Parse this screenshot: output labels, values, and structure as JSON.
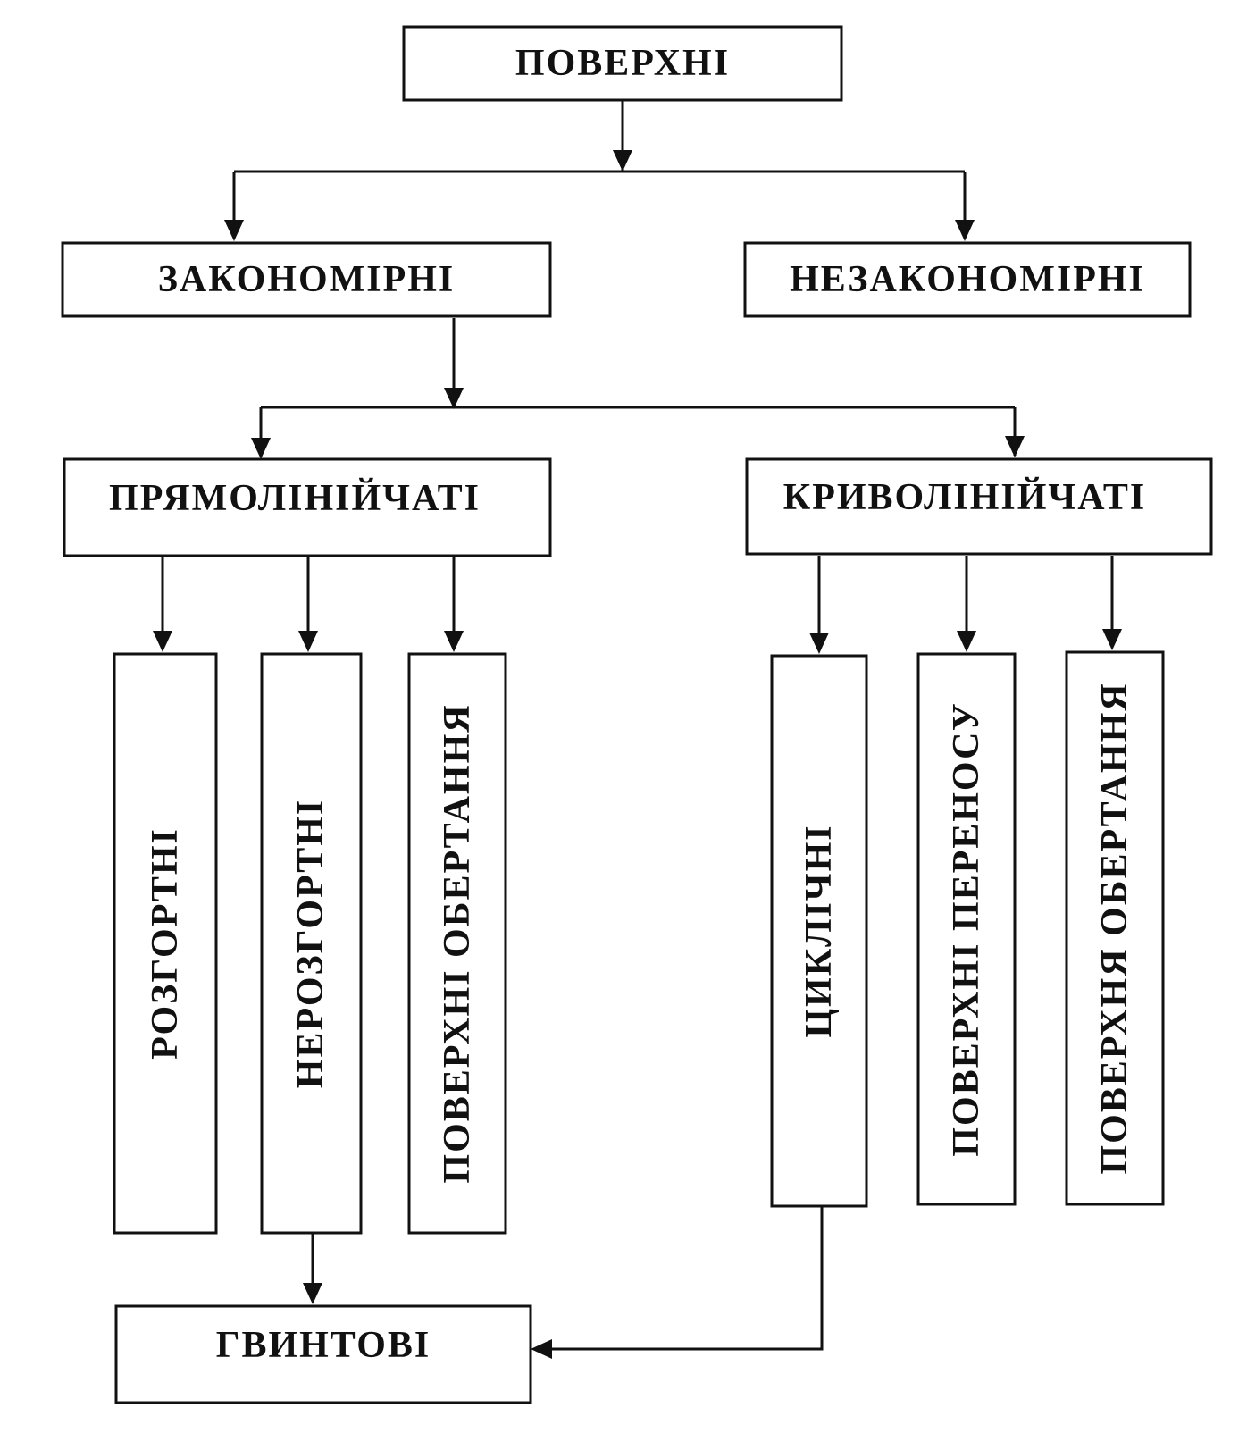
{
  "diagram": {
    "root": "ПОВЕРХНІ",
    "regular": "ЗАКОНОМІРНІ",
    "irregular": "НЕЗАКОНОМІРНІ",
    "ruled": "ПРЯМОЛІНІЙЧАТІ",
    "curvilinear": "КРИВОЛІНІЙЧАТІ",
    "ruled_children": [
      "РОЗГОРТНІ",
      "НЕРОЗГОРТНІ",
      "ПОВЕРХНІ ОБЕРТАННЯ"
    ],
    "curvilinear_children": [
      "ЦИКЛІЧНІ",
      "ПОВЕРХНІ ПЕРЕНОСУ",
      "ПОВЕРХНЯ ОБЕРТАННЯ"
    ],
    "helical": "ГВИНТОВІ"
  }
}
